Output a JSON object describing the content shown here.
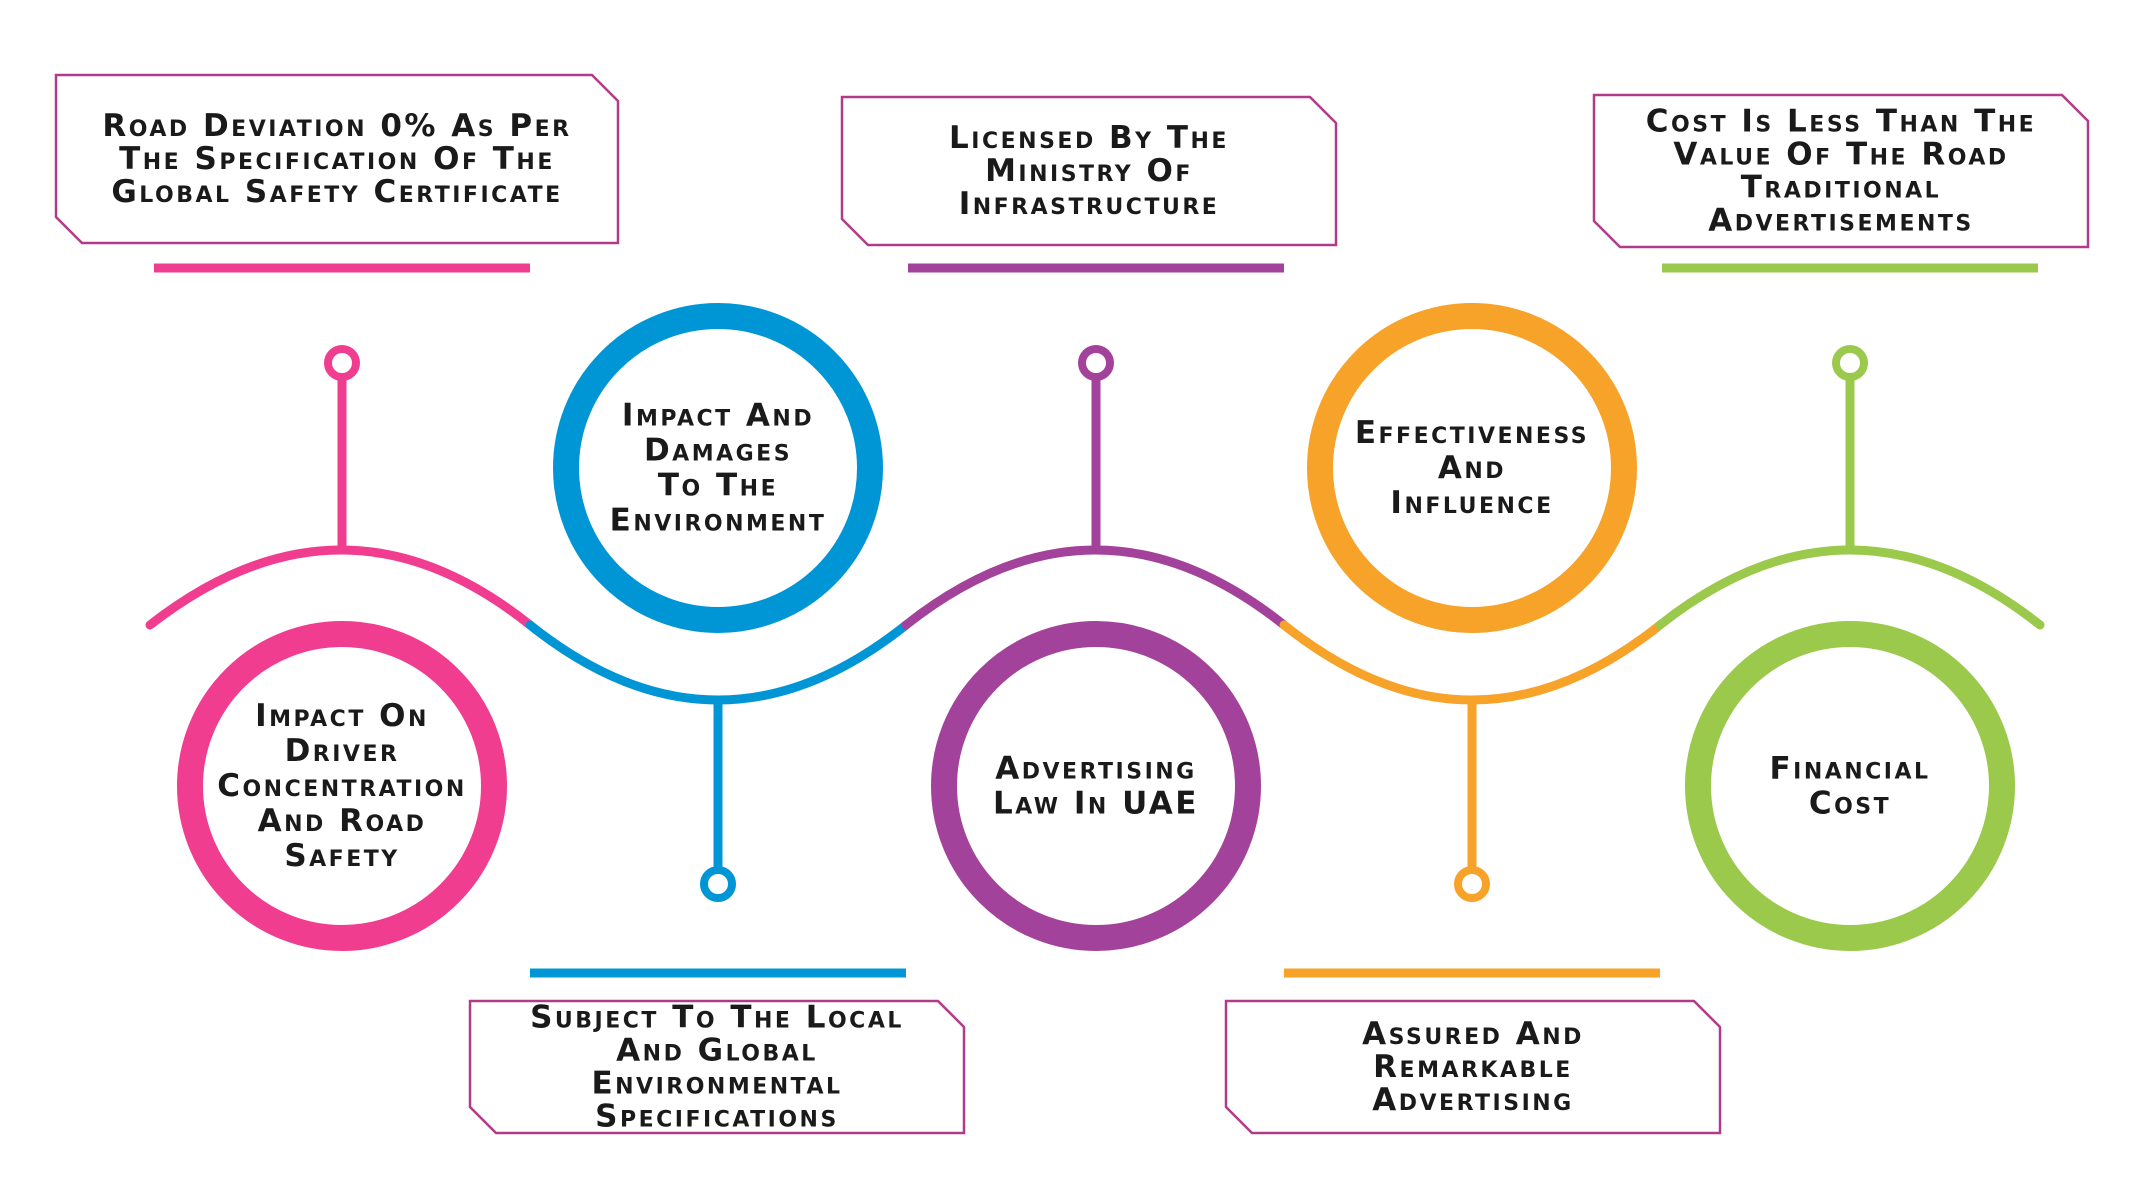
{
  "colors": {
    "pink": "#f03d8f",
    "blue": "#0096d6",
    "purple": "#a3429a",
    "orange": "#f7a229",
    "green": "#9bc94c",
    "box_border": "#b03b8a",
    "text": "#1a1a1a"
  },
  "circles": [
    {
      "color": "pink",
      "lines": [
        "Impact On",
        "Driver",
        "Concentration",
        "And Road",
        "Safety"
      ]
    },
    {
      "color": "blue",
      "lines": [
        "Impact And",
        "Damages",
        "To The",
        "Environment"
      ]
    },
    {
      "color": "purple",
      "lines": [
        "Advertising",
        "Law In UAE"
      ]
    },
    {
      "color": "orange",
      "lines": [
        "Effectiveness",
        "And",
        "Influence"
      ]
    },
    {
      "color": "green",
      "lines": [
        "Financial",
        "Cost"
      ]
    }
  ],
  "boxes": [
    {
      "color": "pink",
      "lines": [
        "Road Deviation 0% As Per",
        "The Specification Of The",
        "Global Safety Certificate"
      ]
    },
    {
      "color": "blue",
      "lines": [
        "Subject To The Local",
        "And Global",
        "Environmental",
        "Specifications"
      ]
    },
    {
      "color": "purple",
      "lines": [
        "Licensed By The",
        "Ministry Of",
        "Infrastructure"
      ]
    },
    {
      "color": "orange",
      "lines": [
        "Assured And",
        "Remarkable",
        "Advertising"
      ]
    },
    {
      "color": "green",
      "lines": [
        "Cost Is Less Than The",
        "Value Of The Road",
        "Traditional",
        "Advertisements"
      ]
    }
  ]
}
